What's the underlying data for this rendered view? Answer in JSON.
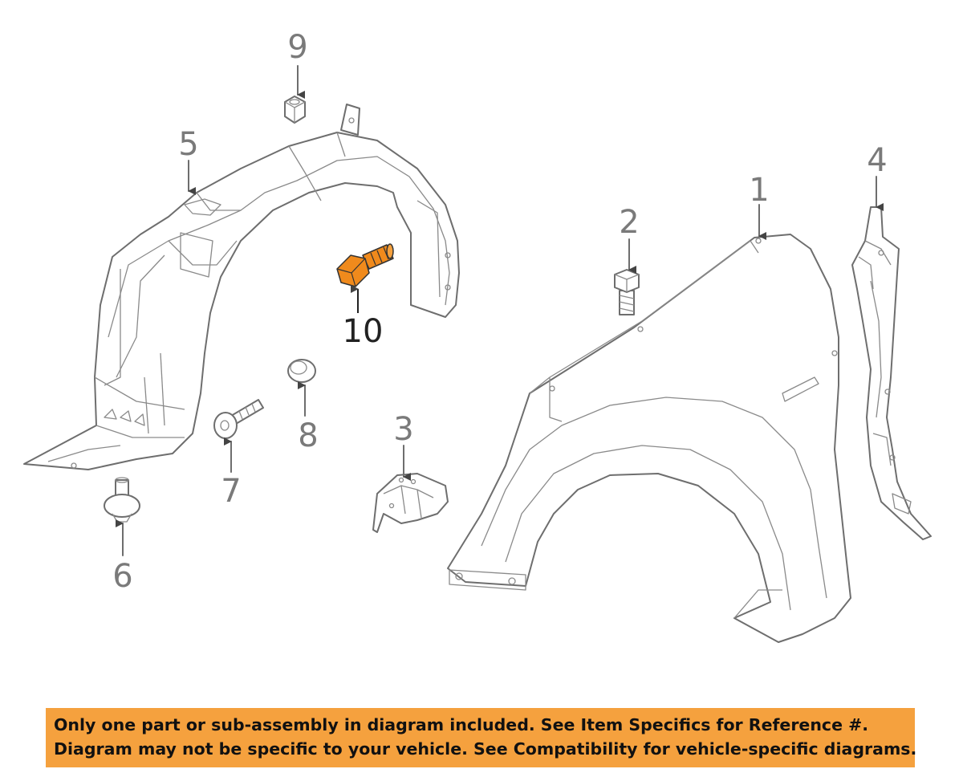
{
  "callouts": {
    "c1": "1",
    "c2": "2",
    "c3": "3",
    "c4": "4",
    "c5": "5",
    "c6": "6",
    "c7": "7",
    "c8": "8",
    "c9": "9",
    "c10": "10"
  },
  "highlight_part": "10",
  "colors": {
    "highlight": "#f08a1c",
    "banner_bg": "#f5a13e",
    "line": "#6e6e6e"
  },
  "banner": {
    "line1": "Only one part or sub-assembly in diagram included. See Item Specifics for Reference #.",
    "line2": "Diagram may not be specific to your vehicle. See Compatibility for vehicle-specific diagrams."
  }
}
